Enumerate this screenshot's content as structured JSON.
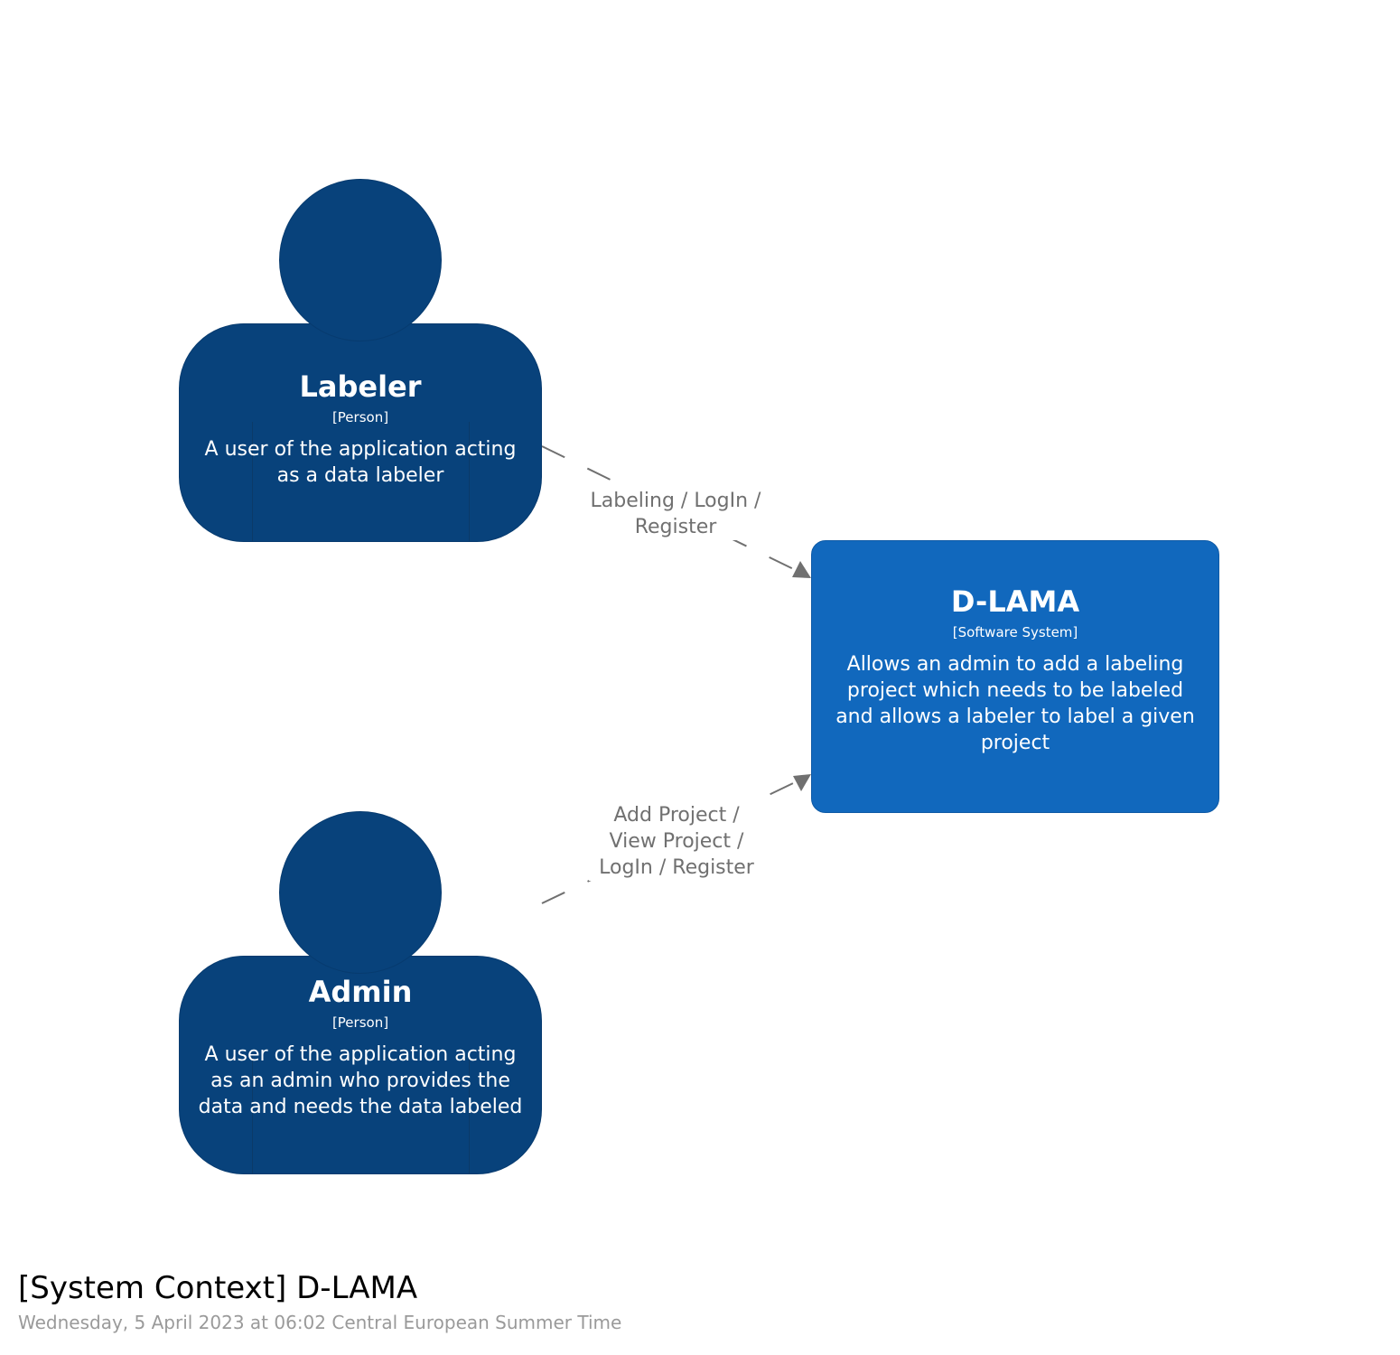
{
  "diagram": {
    "title": "[System Context] D-LAMA",
    "subtitle": "Wednesday, 5 April 2023 at 06:02 Central European Summer Time"
  },
  "colors": {
    "person": "#08427b",
    "software_system": "#1168bd",
    "relationship": "#707070",
    "text_on_node": "#ffffff"
  },
  "elements": {
    "labeler": {
      "name": "Labeler",
      "type": "[Person]",
      "description": "A user of the application acting as a data labeler"
    },
    "admin": {
      "name": "Admin",
      "type": "[Person]",
      "description": "A user of the application acting as an admin who provides the data and needs the data labeled"
    },
    "dlama": {
      "name": "D-LAMA",
      "type": "[Software System]",
      "description": "Allows an admin to add a labeling project which needs to be labeled and allows a labeler to label a given project"
    }
  },
  "relationships": [
    {
      "from": "Labeler",
      "to": "D-LAMA",
      "label_lines": [
        "Labeling / LogIn /",
        "Register"
      ],
      "style": "dashed"
    },
    {
      "from": "Admin",
      "to": "D-LAMA",
      "label_lines": [
        "Add Project /",
        "View Project /",
        "LogIn / Register"
      ],
      "style": "dashed"
    }
  ]
}
